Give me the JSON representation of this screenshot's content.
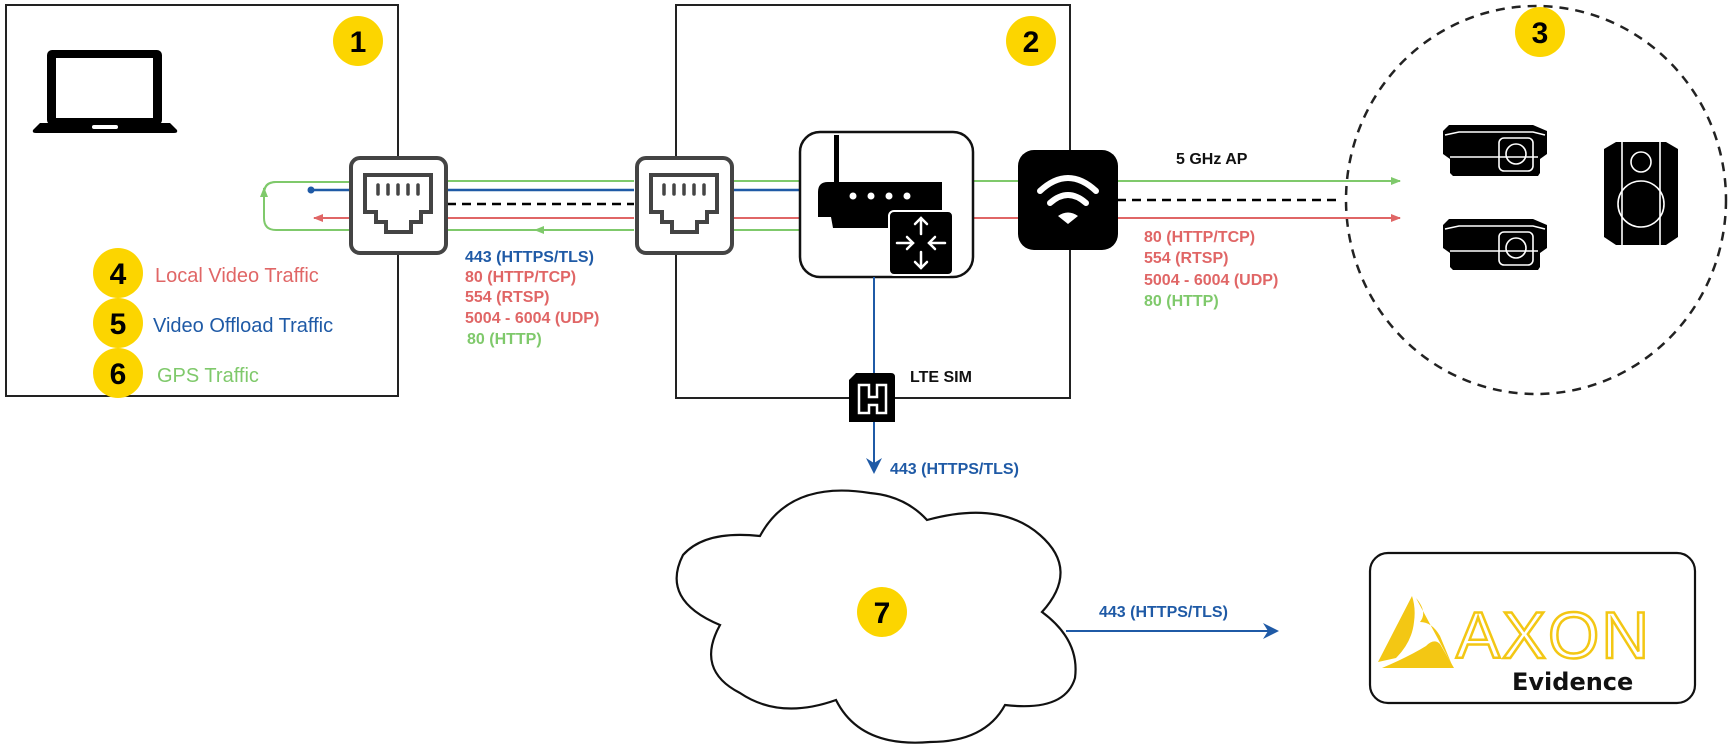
{
  "colors": {
    "local_video": "#e06666",
    "video_offload": "#1f5aa6",
    "gps": "#7fc96b",
    "badge": "#fcd500",
    "axon": "#f3c714",
    "black": "#000000"
  },
  "badges": {
    "b1": "1",
    "b2": "2",
    "b3": "3",
    "b4": "4",
    "b5": "5",
    "b6": "6",
    "b7": "7"
  },
  "legend": [
    {
      "badge": "4",
      "label": "Local Video Traffic",
      "color": "local_video"
    },
    {
      "badge": "5",
      "label": "Video Offload Traffic",
      "color": "video_offload"
    },
    {
      "badge": "6",
      "label": "GPS Traffic",
      "color": "gps"
    }
  ],
  "nodes": {
    "laptop": {
      "icon": "laptop-icon"
    },
    "ethernet_left": {
      "icon": "ethernet-port-icon"
    },
    "ethernet_right": {
      "icon": "ethernet-port-icon"
    },
    "router": {
      "icon": "router-icon",
      "sub_icon": "switch-arrows-icon"
    },
    "wifi_ap": {
      "icon": "wifi-icon",
      "label": "5 GHz AP"
    },
    "lte_sim": {
      "icon": "sim-card-icon",
      "label": "LTE SIM"
    },
    "cameras": [
      {
        "icon": "dash-camera-icon"
      },
      {
        "icon": "dash-camera-icon"
      },
      {
        "icon": "body-camera-icon"
      }
    ],
    "cloud": {
      "icon": "cloud-icon"
    },
    "axon_evidence": {
      "brand": "AXON",
      "product": "Evidence",
      "icon": "axon-logo-icon"
    }
  },
  "ports_ethernet": [
    {
      "text": "443 (HTTPS/TLS)",
      "color": "video_offload"
    },
    {
      "text": "80 (HTTP/TCP)",
      "color": "local_video"
    },
    {
      "text": "554 (RTSP)",
      "color": "local_video"
    },
    {
      "text": "5004 - 6004 (UDP)",
      "color": "local_video"
    },
    {
      "text": "80 (HTTP)",
      "color": "gps"
    }
  ],
  "ports_wifi": [
    {
      "text": "80 (HTTP/TCP)",
      "color": "local_video"
    },
    {
      "text": "554 (RTSP)",
      "color": "local_video"
    },
    {
      "text": "5004 - 6004 (UDP)",
      "color": "local_video"
    },
    {
      "text": "80 (HTTP)",
      "color": "gps"
    }
  ],
  "ports_lte": {
    "text": "443 (HTTPS/TLS)",
    "color": "video_offload"
  },
  "ports_cloud": {
    "text": "443 (HTTPS/TLS)",
    "color": "video_offload"
  }
}
